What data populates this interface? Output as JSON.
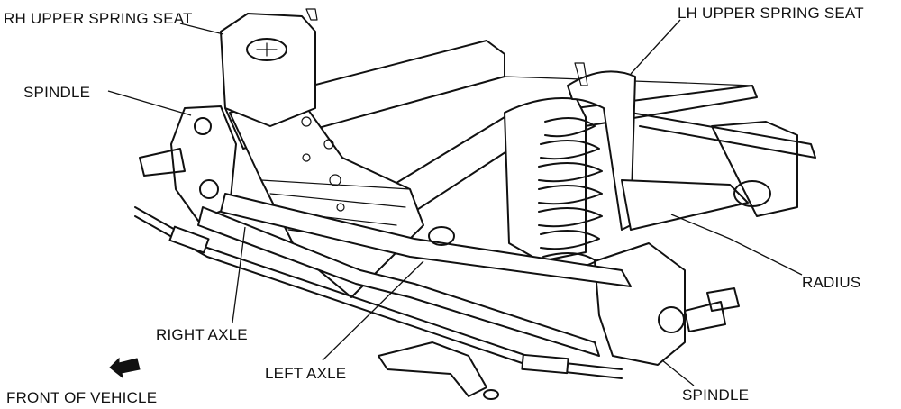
{
  "labels": {
    "rh_upper_spring_seat": "RH UPPER SPRING SEAT",
    "lh_upper_spring_seat": "LH UPPER SPRING SEAT",
    "spindle_left": "SPINDLE",
    "radius": "RADIUS",
    "right_axle": "RIGHT AXLE",
    "left_axle": "LEFT AXLE",
    "spindle_bottom": "SPINDLE",
    "front_of_vehicle": "FRONT OF VEHICLE"
  }
}
